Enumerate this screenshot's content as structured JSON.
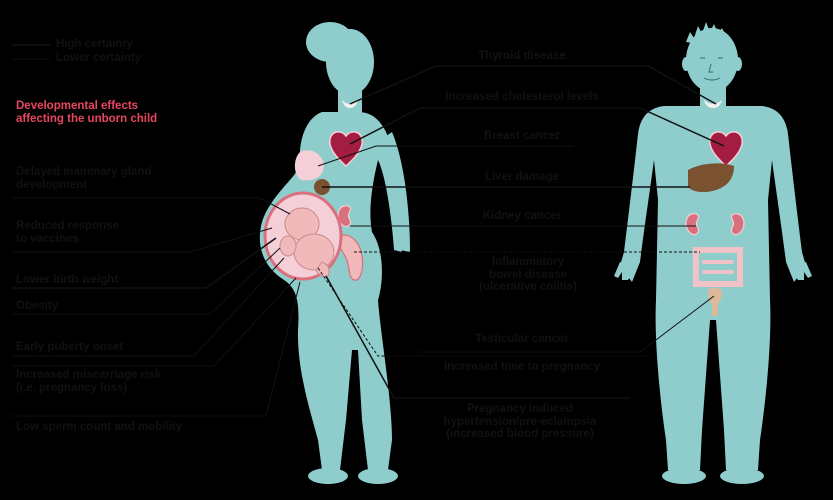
{
  "legend": {
    "high": "High certainty",
    "low": "Lower certainty"
  },
  "dev_heading": "Developmental effects\naffecting the unborn child",
  "left_labels": {
    "mammary": "Delayed mammary gland\ndevelopment",
    "vaccines": "Reduced response\nto vaccines",
    "birth_weight": "Lower birth weight",
    "obesity": "Obesity",
    "puberty": "Early puberty onset",
    "miscarriage": "Increased miscarriage risk\n(i.e. pregnancy loss)",
    "sperm": "Low sperm count and mobility"
  },
  "center_labels": {
    "thyroid": "Thyroid disease",
    "cholesterol": "Increased cholesterol levels",
    "breast": "Breast cancer",
    "liver": "Liver damage",
    "kidney": "Kidney cancer",
    "ibd": "Inflammatory\nbowel disease\n(ulcerative colitis)",
    "testicular": "Testicular cancer",
    "pregnancy_time": "Increased time to pregnancy",
    "preeclampsia": "Pregnancy induced\nhypertension/pre-eclampsia\n(increased blood pressure)"
  },
  "colors": {
    "body": "#8fcdcd",
    "organ_red": "#a31d42",
    "liver": "#7a5230",
    "breast_pink": "#f5cfd8",
    "fetus": "#f1b9b9",
    "uterus": "#d8707e",
    "bowel": "#f2c3c6",
    "testicle": "#ddb99a",
    "highlight_text": "#e8465f"
  }
}
